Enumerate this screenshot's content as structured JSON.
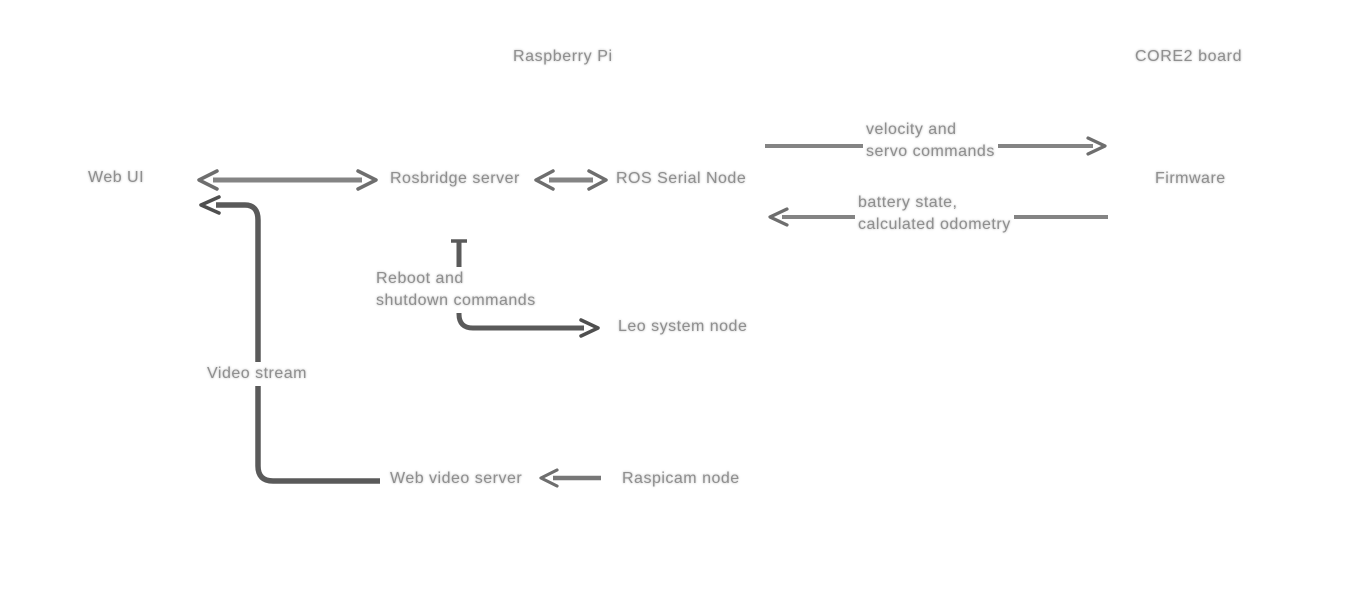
{
  "sections": {
    "raspberry_pi": "Raspberry Pi",
    "core2_board": "CORE2 board"
  },
  "nodes": {
    "web_ui": "Web UI",
    "rosbridge_server": "Rosbridge server",
    "ros_serial_node": "ROS Serial Node",
    "firmware": "Firmware",
    "leo_system_node": "Leo system node",
    "web_video_server": "Web video server",
    "raspicam_node": "Raspicam node"
  },
  "edge_labels": {
    "velocity_servo": [
      "velocity and",
      "servo commands"
    ],
    "battery_odometry": [
      "battery state,",
      "calculated odometry"
    ],
    "reboot_shutdown": [
      "Reboot and",
      "shutdown commands"
    ],
    "video_stream": [
      "Video stream"
    ]
  },
  "edges": [
    {
      "from": "web_ui",
      "to": "rosbridge_server",
      "direction": "both"
    },
    {
      "from": "rosbridge_server",
      "to": "ros_serial_node",
      "direction": "both"
    },
    {
      "from": "ros_serial_node",
      "to": "firmware",
      "direction": "right",
      "label": "velocity_servo"
    },
    {
      "from": "firmware",
      "to": "ros_serial_node",
      "direction": "left",
      "label": "battery_odometry"
    },
    {
      "from": "rosbridge_server",
      "to": "leo_system_node",
      "direction": "right",
      "label": "reboot_shutdown"
    },
    {
      "from": "web_video_server",
      "to": "web_ui",
      "direction": "left",
      "label": "video_stream"
    },
    {
      "from": "raspicam_node",
      "to": "web_video_server",
      "direction": "left"
    }
  ],
  "colors": {
    "background": "#ffffff",
    "label_text": "#8f8f8f",
    "line_light": "#848484",
    "line_mid": "#777777",
    "line_dark": "#5a5a5a",
    "arrowhead_light": "#6e6e6e",
    "arrowhead_dark": "#4f4f4f"
  }
}
